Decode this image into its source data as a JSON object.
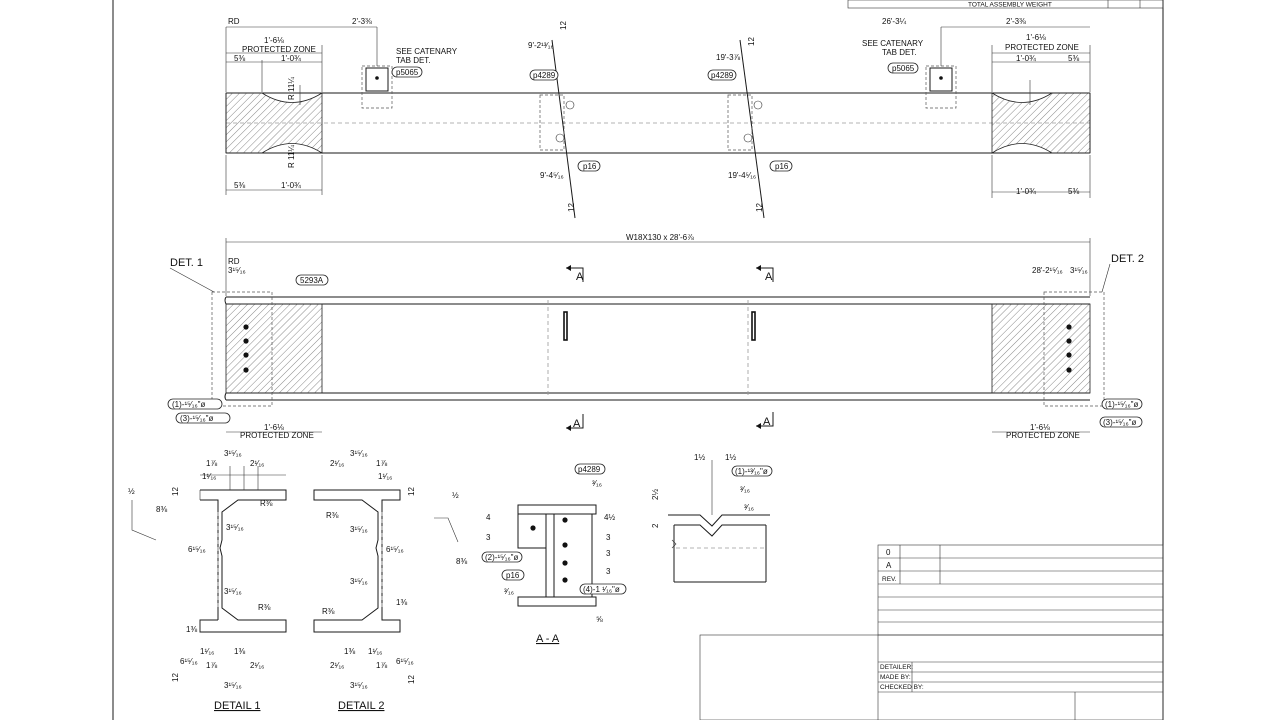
{
  "title_block_top": {
    "total_weight_label": "TOTAL ASSEMBLY WEIGHT"
  },
  "member": {
    "designation": "W18X130 x 28'-6⅞"
  },
  "labels": {
    "rd": "RD",
    "protected_zone": "PROTECTED ZONE",
    "see_catenary": "SEE CATENARY",
    "tab_det": "TAB DET.",
    "det1": "DET. 1",
    "det2": "DET. 2",
    "section_a": "A",
    "section_aa": "A - A",
    "detail1": "DETAIL 1",
    "detail2": "DETAIL 2"
  },
  "dims": {
    "left_pz": "1'-6⅛",
    "left_5_3_8": "5⅜",
    "left_1_0_3_4": "1'-0¾",
    "radius": "R 11¼",
    "left_tab_offset": "2'-3⅜",
    "right_tab_offset_a": "26'-3¼",
    "right_tab_offset_b": "2'-3⅜",
    "left_stiff": "9'-2¹³⁄₁₆",
    "left_stiff_b": "9'-4⁵⁄₁₆",
    "right_stiff": "19'-3⅞",
    "right_stiff_b": "19'-4⁵⁄₁₆",
    "plan_left": "3¹⁵⁄₁₆",
    "plan_right_a": "28'-2¹⁵⁄₁₆",
    "plan_right_b": "3¹⁵⁄₁₆",
    "bolt_hole_1": "(1)-¹⁵⁄₁₆\"ø",
    "bolt_hole_3": "(3)-¹⁵⁄₁₆\"ø",
    "bolt_hole_2": "(2)-¹⁵⁄₁₆\"ø",
    "bolt_hole_4": "(4)-1 ¹⁄₁₆\"ø",
    "bolt_hole_top": "(1)-¹³⁄₁₆\"ø",
    "r_3_8": "R⅜",
    "d_3_15_16": "3¹⁵⁄₁₆",
    "d_1_7_8": "1⅞",
    "d_2_1_16": "2¹⁄₁₆",
    "d_1_1_16": "1¹⁄₁₆",
    "d_1_3_8": "1⅜",
    "d_6_15_16": "6¹⁵⁄₁₆",
    "d_8_3_8": "8⅜",
    "d_half": "½",
    "d_12": "12",
    "d_1_5_8": "1⅝",
    "d_1_half": "1½",
    "d_4": "4",
    "d_3": "3",
    "d_4_half": "4½",
    "d_2": "2",
    "d_2_half": "2½",
    "d_3_16": "³⁄₁₆",
    "d_5_8": "⅝"
  },
  "tags": {
    "p5065": "p5065",
    "p4289": "p4289",
    "p16": "p16",
    "plate_5293a": "5293A"
  },
  "title_block": {
    "rev_0": "0",
    "rev_a": "A",
    "rev": "REV.",
    "detailer": "DETAILER:",
    "made_by": "MADE BY:",
    "checked_by": "CHECKED BY:"
  }
}
